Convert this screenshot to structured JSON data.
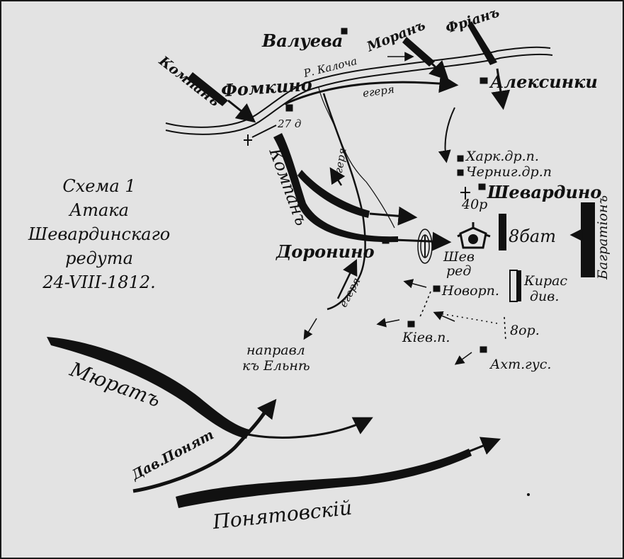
{
  "map": {
    "title": {
      "line1": "Схема 1",
      "line2": "Атака",
      "line3": "Шевардинскаго",
      "line4": "редута",
      "line5": "24-VIII-1812."
    },
    "places": {
      "valueva": "Валуева",
      "fomkino": "Фомкино",
      "aleksinki": "Алексинки",
      "shevardino": "Шевардино",
      "doronino": "Доронино",
      "redoubt_line1": "Шев",
      "redoubt_line2": "ред"
    },
    "river": "Р. Калоча",
    "commanders": {
      "compans_top": "Компанъ",
      "compans_mid": "Компанъ",
      "moran": "Моранъ",
      "frian": "Фріанъ",
      "murat": "Мюратъ",
      "poniatowski": "Понятовскій",
      "dav_poniat": "Дав.Понят",
      "bagration": "Багратіонъ"
    },
    "units": {
      "d27": "27 д",
      "egerya_top": "егеря",
      "egerya_mid": "егеря",
      "egerya_bottom": "егеря",
      "khark": "Харк.др.п.",
      "chernig": "Черниг.др.п",
      "or40": "40р",
      "bat8": "8бат",
      "novorp": "Новорп.",
      "kiras_line1": "Кирас",
      "kiras_line2": "див.",
      "kiev": "Кіев.п.",
      "or8": "8ор.",
      "akht": "Ахт.гус."
    },
    "direction_line1": "направл",
    "direction_line2": "къ Ельнѣ"
  },
  "colors": {
    "ink": "#111111",
    "paper": "#e3e3e3"
  }
}
